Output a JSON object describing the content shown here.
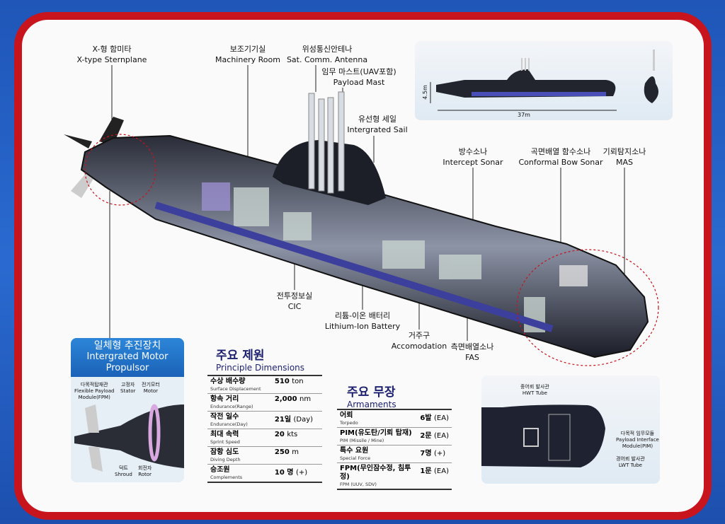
{
  "labels": {
    "sternplane": {
      "ko": "X-형 함미타",
      "en": "X-type Sternplane"
    },
    "machinery": {
      "ko": "보조기기실",
      "en": "Machinery Room"
    },
    "satcomm": {
      "ko": "위성통신안테나",
      "en": "Sat. Comm. Antenna"
    },
    "mast": {
      "ko": "임무 마스트(UAV포함)",
      "en": "Payload Mast"
    },
    "sail": {
      "ko": "유선형 세일",
      "en": "Intergrated Sail"
    },
    "intercept": {
      "ko": "방수소나",
      "en": "Intercept Sonar"
    },
    "bow_sonar": {
      "ko": "곡면배열 함수소나",
      "en": "Conformal Bow Sonar"
    },
    "mas": {
      "ko": "기뢰탐지소나",
      "en": "MAS"
    },
    "cic": {
      "ko": "전투정보실",
      "en": "CIC"
    },
    "battery": {
      "ko": "리튬-이온 배터리",
      "en": "Lithium-Ion Battery"
    },
    "accom": {
      "ko": "거주구",
      "en": "Accomodation"
    },
    "fas": {
      "ko": "측면배열소나",
      "en": "FAS"
    }
  },
  "overview": {
    "height": "4.5m",
    "length": "37m"
  },
  "propulsor": {
    "title_ko": "일체형 추진장치",
    "title_en1": "Intergrated Motor",
    "title_en2": "Propulsor",
    "fpm": {
      "ko": "다목적탑재관",
      "en1": "Flexible Payload",
      "en2": "Module(FPM)"
    },
    "stator": {
      "ko": "고정자",
      "en": "Stator"
    },
    "motor": {
      "ko": "전기모터",
      "en": "Motor"
    },
    "shroud": {
      "ko": "덕트",
      "en": "Shroud"
    },
    "rotor": {
      "ko": "회전자",
      "en": "Rotor"
    }
  },
  "dimensions": {
    "title_ko": "주요 제원",
    "title_en": "Principle Dimensions",
    "rows": [
      {
        "ko": "수상 배수량",
        "en": "Surface Displacement",
        "value": "510",
        "unit": "ton"
      },
      {
        "ko": "항속 거리",
        "en": "Endurance(Range)",
        "value": "2,000",
        "unit": "nm"
      },
      {
        "ko": "작전 일수",
        "en": "Endurance(Day)",
        "value": "21일",
        "unit": "(Day)"
      },
      {
        "ko": "최대 속력",
        "en": "Sprint Speed",
        "value": "20",
        "unit": "kts"
      },
      {
        "ko": "잠항 심도",
        "en": "Diving Depth",
        "value": "250",
        "unit": "m"
      },
      {
        "ko": "승조원",
        "en": "Complements",
        "value": "10 명",
        "unit": "(+)"
      }
    ]
  },
  "armaments": {
    "title_ko": "주요 무장",
    "title_en": "Armaments",
    "rows": [
      {
        "ko": "어뢰",
        "en": "Torpedo",
        "value": "6발",
        "unit": "(EA)"
      },
      {
        "ko": "PIM(유도탄/기뢰 탑재)",
        "en": "PIM (Missile / Mine)",
        "value": "2문",
        "unit": "(EA)"
      },
      {
        "ko": "특수 요원",
        "en": "Special Force",
        "value": "7명",
        "unit": "(+)"
      },
      {
        "ko": "FPM(무인잠수정, 침투정)",
        "en": "FPM (UUV, SDV)",
        "value": "1문",
        "unit": "(EA)"
      }
    ]
  },
  "bow_inset": {
    "hwt": {
      "ko": "중어뢰 발사관",
      "en": "HWT Tube"
    },
    "pim": {
      "ko": "다목적 임무모듈",
      "en1": "Payload Interface",
      "en2": "Module(PIM)"
    },
    "lwt": {
      "ko": "경어뢰 발사관",
      "en": "LWT Tube"
    }
  },
  "colors": {
    "frame": "#c8141c",
    "background": "#2a6ad0",
    "title": "#1b1f6e",
    "header": "#1a62b8"
  }
}
